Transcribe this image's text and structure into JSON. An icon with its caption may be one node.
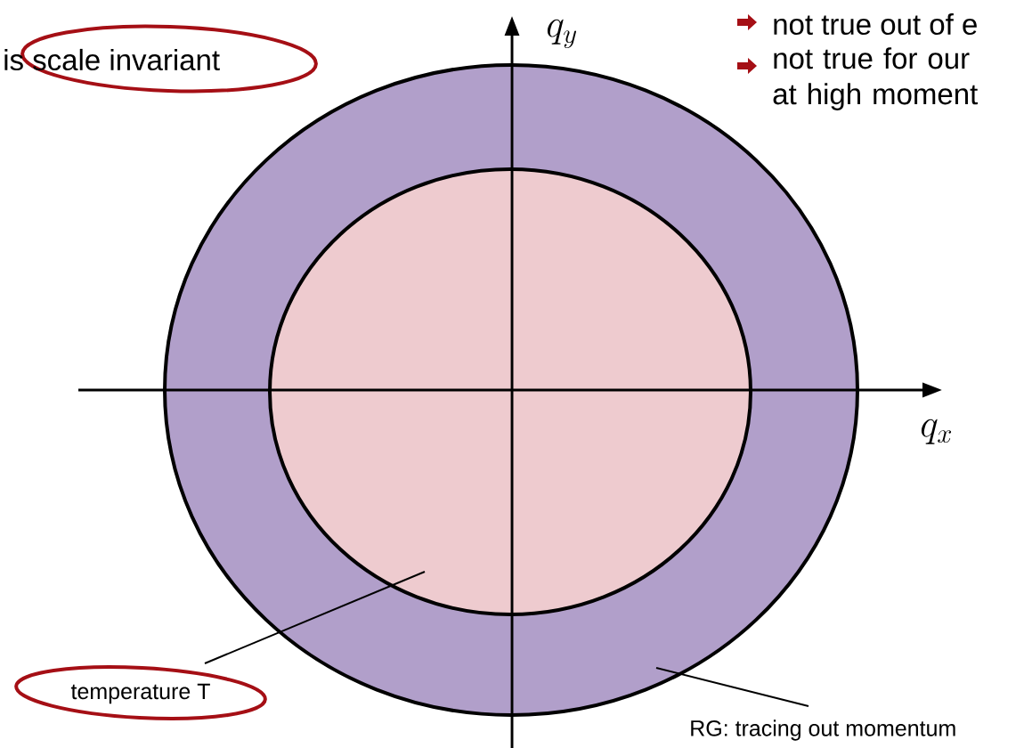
{
  "diagram": {
    "nodes": [
      {
        "text": [],
        "shape": "circle"
      },
      {
        "text": [],
        "shape": "circle",
        "in": 0
      },
      {
        "text": [
          "temperature T"
        ]
      },
      {
        "text": [
          "RG: tracing out momentum"
        ]
      }
    ],
    "edges": [
      {
        "from": 2,
        "to": 1,
        "arrow": "none"
      },
      {
        "from": 3,
        "to": 0,
        "arrow": "none"
      }
    ],
    "labels": [
      "is scale invariant",
      "not true out of e",
      "not true for our at high moment",
      "q_y",
      "q_x"
    ]
  }
}
